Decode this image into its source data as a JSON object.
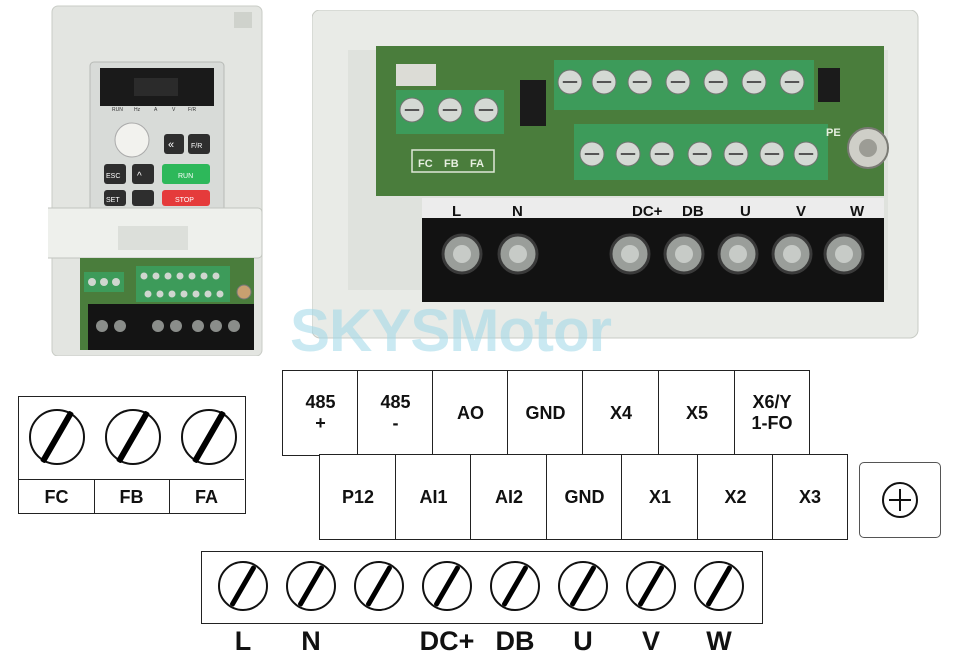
{
  "watermark": "SKYSMotor",
  "photo_device": {
    "panel_labels": [
      "RUN",
      "Hz",
      "A",
      "V",
      "F/R"
    ],
    "keys": [
      "ESC",
      "F/R",
      "RUN",
      "STOP",
      "SET"
    ]
  },
  "photo_terminal": {
    "power_labels": [
      "L",
      "N",
      "DC+",
      "DB",
      "U",
      "V",
      "W"
    ],
    "relay_labels": [
      "FC",
      "FB",
      "FA"
    ],
    "pe_label": "PE"
  },
  "relay_block": {
    "labels": [
      "FC",
      "FB",
      "FA"
    ]
  },
  "signal_top_row": [
    "485\n+",
    "485\n-",
    "AO",
    "GND",
    "X4",
    "X5",
    "X6/Y\n1-FO"
  ],
  "signal_bottom_row": [
    "P12",
    "AI1",
    "AI2",
    "GND",
    "X1",
    "X2",
    "X3"
  ],
  "ground_symbol": "⊕",
  "power_block": {
    "labels": [
      "L",
      "N",
      "",
      "DC+",
      "DB",
      "U",
      "V",
      "W"
    ]
  },
  "colors": {
    "terminal_green": "#3d9b5a",
    "pcb_green": "#4a7d3c",
    "device_body": "#e6e8e4",
    "display_bg": "#1a1a1a",
    "run_button": "#2db85a",
    "stop_button": "#e53b3b",
    "watermark": "#9fd8e8"
  }
}
